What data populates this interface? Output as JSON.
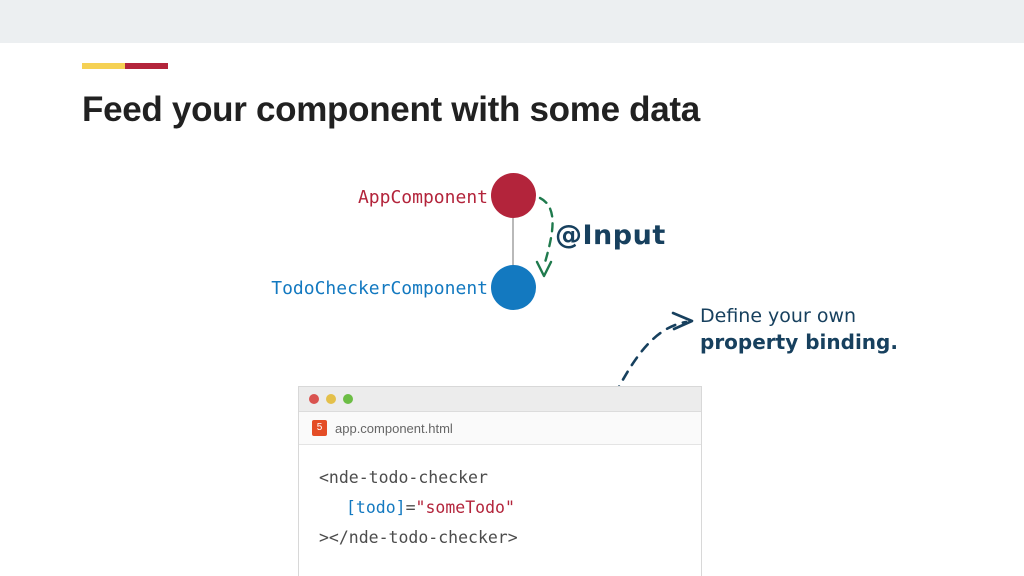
{
  "slide": {
    "title": "Feed your component with some data",
    "accent_yellow": "#f5d154",
    "accent_red": "#b3243b",
    "band_color": "#eceff1"
  },
  "diagram": {
    "nodes": [
      {
        "label": "AppComponent",
        "color": "#b3243b"
      },
      {
        "label": "TodoCheckerComponent",
        "color": "#1379c0"
      }
    ],
    "annotations": {
      "input": "@Input",
      "define_line1": "Define your own",
      "define_line2": "property binding."
    },
    "annotation_color": "#17405e"
  },
  "code_window": {
    "file_name": "app.component.html",
    "file_icon": "html5-icon",
    "traffic_lights": [
      "close-dot",
      "minimize-dot",
      "maximize-dot"
    ],
    "lines": {
      "line1": "<nde-todo-checker",
      "line2_attr": "[todo]",
      "line2_eq": "=",
      "line2_value": "\"someTodo\"",
      "line3": "></nde-todo-checker>"
    },
    "colors": {
      "attribute": "#1379c0",
      "string": "#b3243b",
      "text": "#4c4c4c"
    }
  }
}
